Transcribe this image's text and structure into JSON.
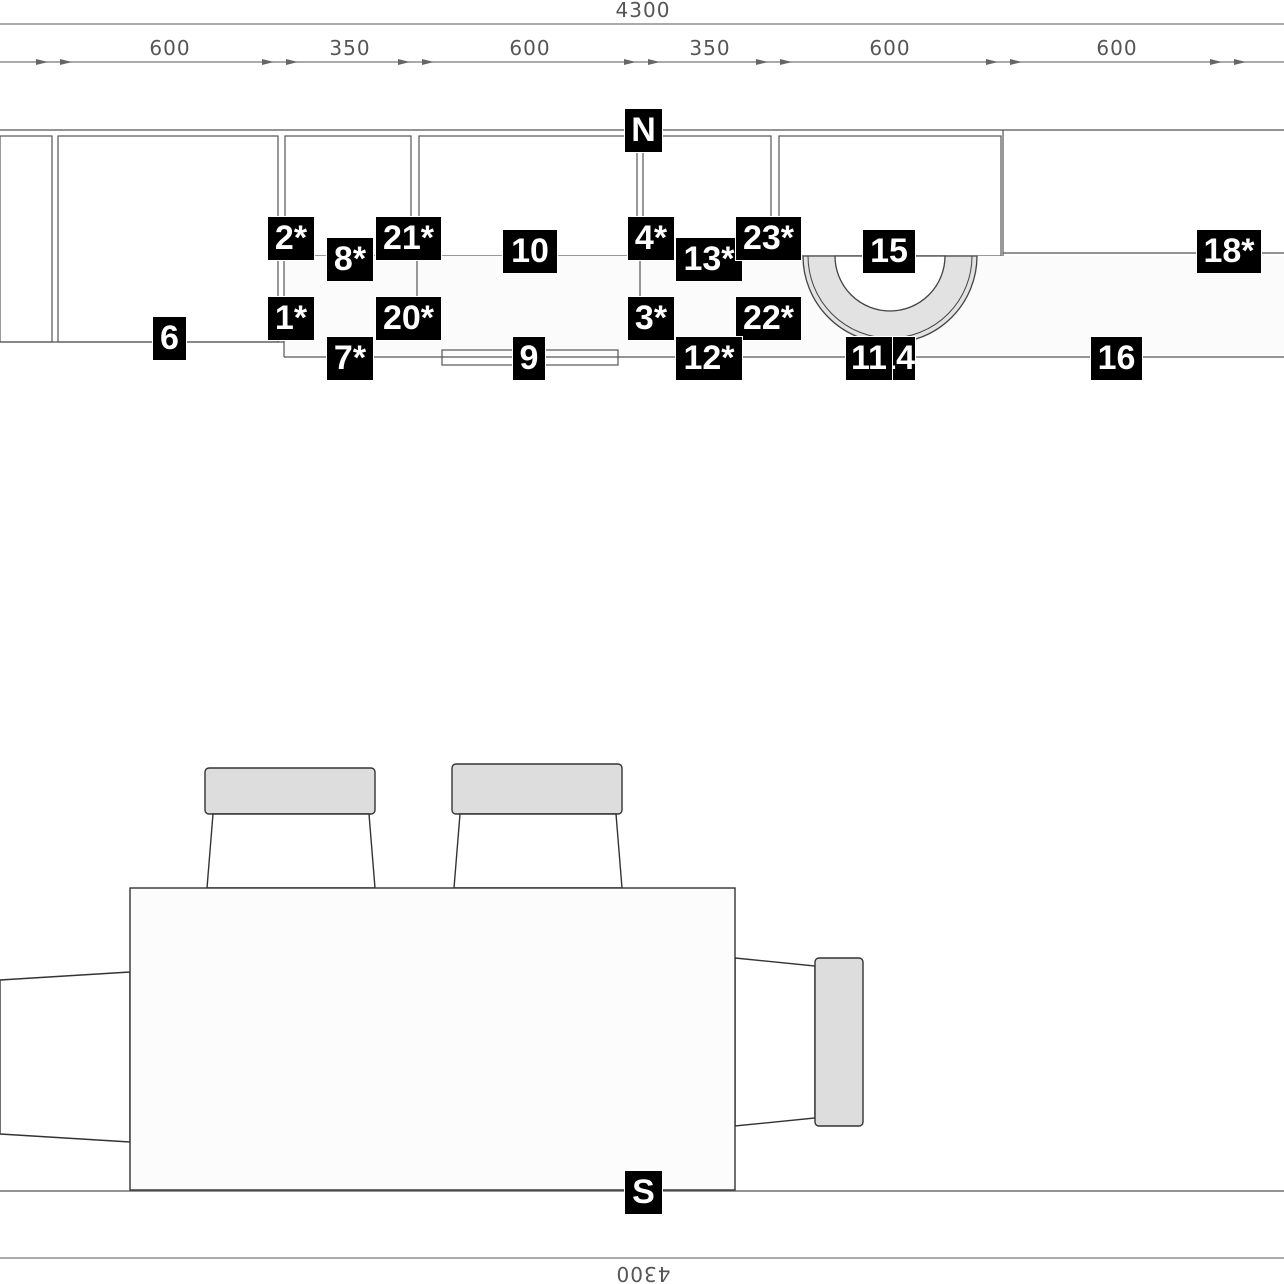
{
  "dimensions": {
    "total_top": "4300",
    "segments": [
      "600",
      "350",
      "600",
      "350",
      "600",
      "600"
    ],
    "total_bottom": "4300"
  },
  "orientation": {
    "north": "N",
    "south": "S"
  },
  "labels": [
    "1*",
    "2*",
    "3*",
    "4*",
    "6",
    "7*",
    "8*",
    "9",
    "10",
    "11",
    "12*",
    "13*",
    "14",
    "15",
    "16",
    "18*",
    "20*",
    "21*",
    "22*",
    "23*"
  ],
  "colors": {
    "label_bg": "#000000",
    "label_text": "#ffffff",
    "line": "#555555",
    "hob_fill": "#e0e0e0"
  }
}
